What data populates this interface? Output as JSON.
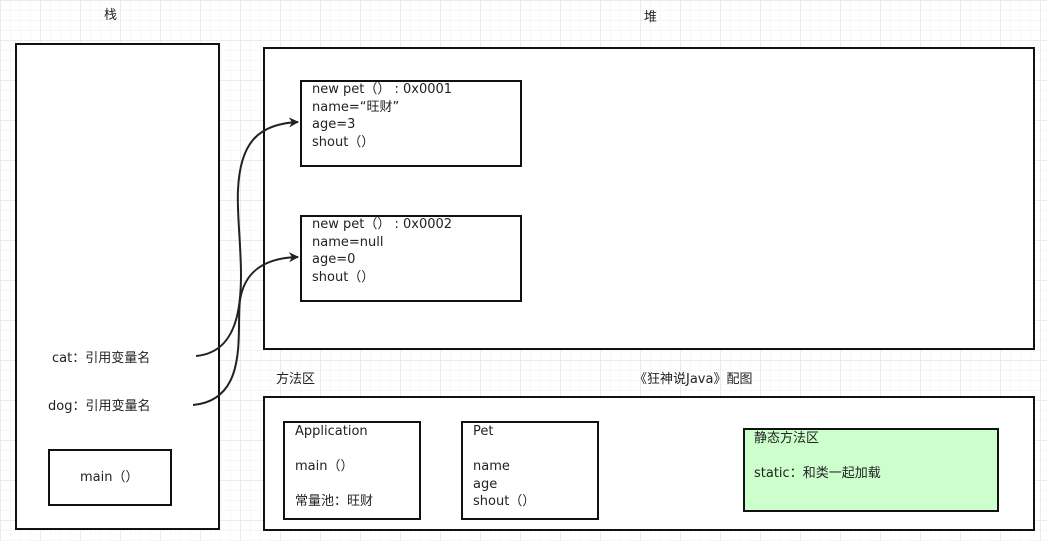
{
  "labels": {
    "stack": "栈",
    "heap": "堆",
    "method_area": "方法区",
    "credit": "《狂神说Java》配图"
  },
  "stack": {
    "cat_ref": "cat：引用变量名",
    "dog_ref": "dog：引用变量名",
    "main": "main（）"
  },
  "heap": {
    "objects": [
      {
        "header": "new pet（）    :    0x0001",
        "name": "name=“旺财”",
        "age": "age=3",
        "method": "shout（）"
      },
      {
        "header": "new pet（）    :    0x0002",
        "name": "name=null",
        "age": "age=0",
        "method": "shout（）"
      }
    ]
  },
  "method_area": {
    "application": {
      "title": "Application",
      "method": "main（）",
      "pool": "常量池：旺财"
    },
    "pet": {
      "title": "Pet",
      "field1": "name",
      "field2": "age",
      "method": "shout（）"
    },
    "static_area": {
      "title": "静态方法区",
      "desc": "static：和类一起加载",
      "color": "#ccffcc"
    }
  }
}
